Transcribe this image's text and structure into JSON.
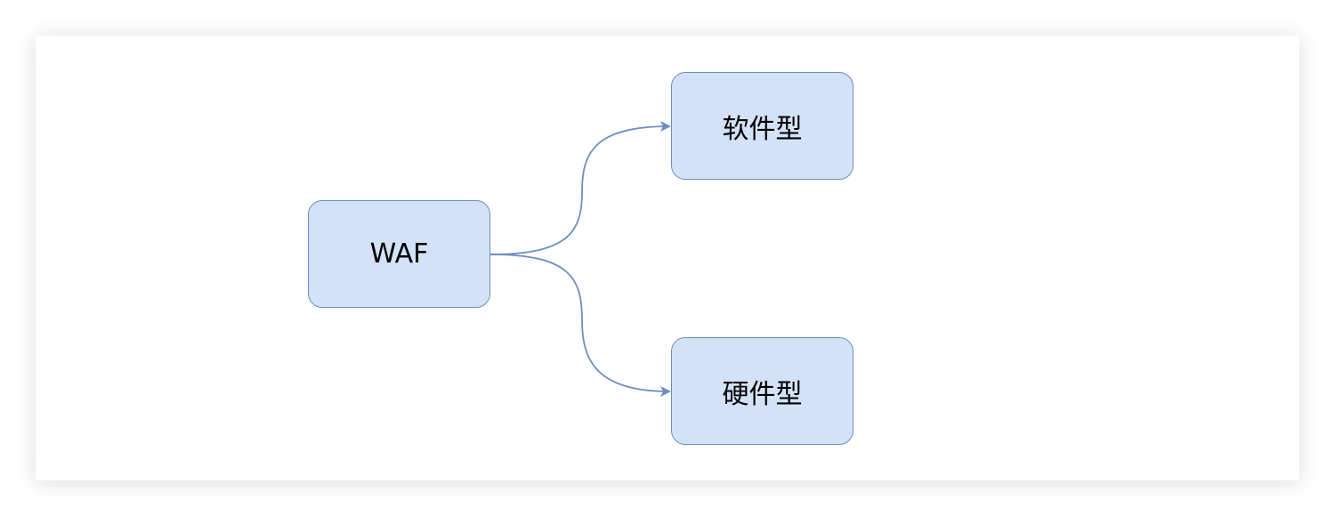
{
  "diagram": {
    "root": {
      "label": "WAF"
    },
    "children": [
      {
        "label": "软件型"
      },
      {
        "label": "硬件型"
      }
    ]
  },
  "colors": {
    "node_fill": "#d4e2f8",
    "node_border": "#6c8ebf",
    "edge": "#6c8ebf"
  }
}
